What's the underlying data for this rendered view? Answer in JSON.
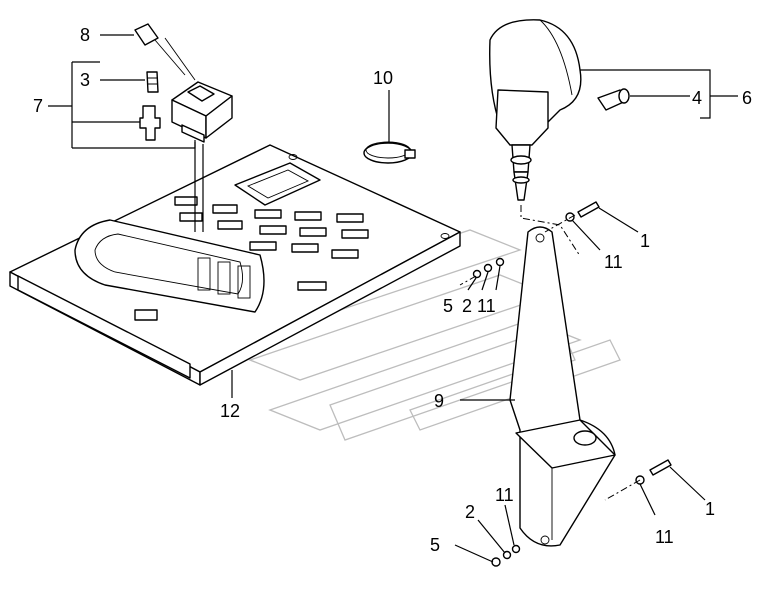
{
  "labels": {
    "l1a": "1",
    "l1b": "1",
    "l2a": "2",
    "l2b": "2",
    "l3": "3",
    "l4": "4",
    "l5a": "5",
    "l5b": "5",
    "l6": "6",
    "l7": "7",
    "l8": "8",
    "l9": "9",
    "l10": "10",
    "l11a": "11",
    "l11b": "11",
    "l11c": "11",
    "l11d": "11",
    "l12": "12"
  }
}
